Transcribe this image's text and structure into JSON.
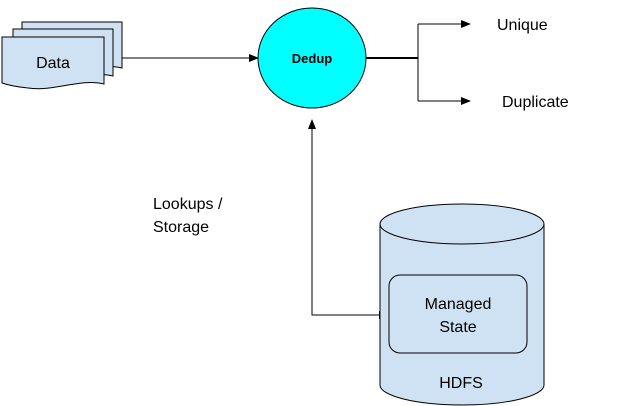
{
  "nodes": {
    "data": {
      "label": "Data"
    },
    "dedup": {
      "label": "Dedup"
    },
    "managed_state": {
      "line1": "Managed",
      "line2": "State"
    },
    "hdfs": {
      "label": "HDFS"
    }
  },
  "outputs": {
    "unique": "Unique",
    "duplicate": "Duplicate"
  },
  "edge_labels": {
    "lookups_line1": "Lookups /",
    "lookups_line2": "Storage"
  },
  "colors": {
    "document_fill": "#cfe2f3",
    "dedup_fill": "#00ffff",
    "storage_fill": "#cfe2f3",
    "stroke": "#000000"
  }
}
